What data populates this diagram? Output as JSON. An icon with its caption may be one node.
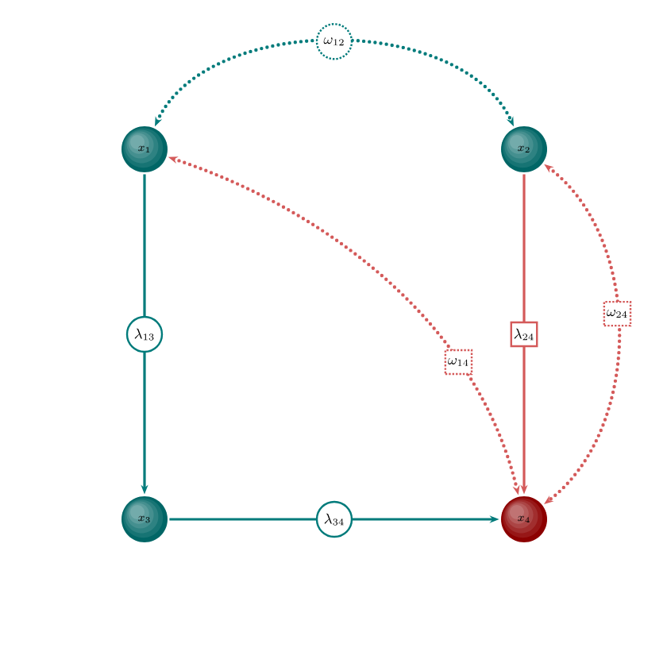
{
  "diagram": {
    "nodes": [
      {
        "text": [
          "x_1"
        ]
      },
      {
        "text": [
          "x_2"
        ]
      },
      {
        "text": [
          "x_3"
        ]
      },
      {
        "text": [
          "x_4"
        ]
      }
    ],
    "edges": [
      {
        "from": 0,
        "to": 1,
        "arrow": "both",
        "label": "\\omega_{12}",
        "style": "dashed"
      },
      {
        "from": 0,
        "to": 2,
        "arrow": "to",
        "label": "\\lambda_{13}"
      },
      {
        "from": 2,
        "to": 3,
        "arrow": "to",
        "label": "\\lambda_{34}"
      },
      {
        "from": 1,
        "to": 3,
        "arrow": "to",
        "label": "\\lambda_{24}",
        "color": "#d45a5a"
      },
      {
        "from": 0,
        "to": 3,
        "arrow": "both",
        "label": "\\omega_{14}",
        "style": "dashed",
        "color": "#d45a5a"
      },
      {
        "from": 1,
        "to": 3,
        "arrow": "both",
        "label": "\\omega_{24}",
        "style": "dashed",
        "color": "#d45a5a"
      }
    ]
  }
}
